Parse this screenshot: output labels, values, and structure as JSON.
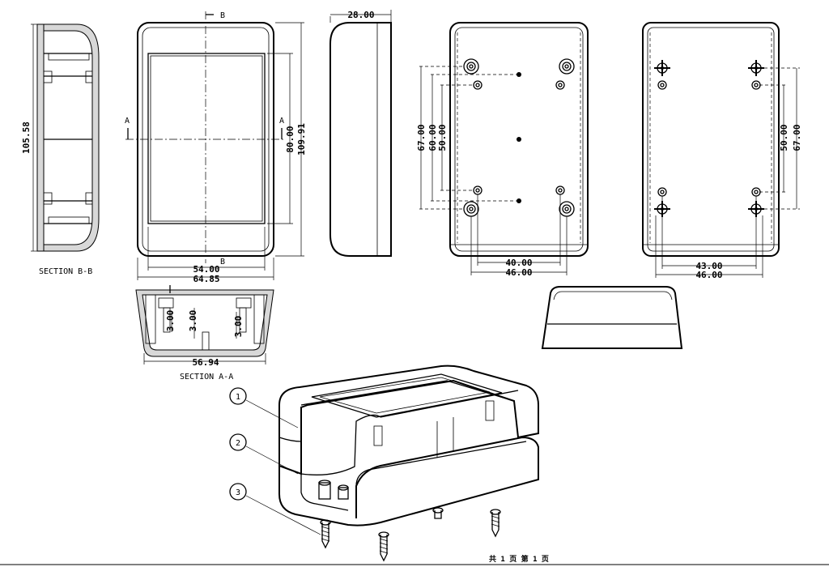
{
  "labels": {
    "section_bb": "SECTION B-B",
    "section_aa": "SECTION A-A",
    "cut_b": "B",
    "cut_a": "A",
    "page_footer": "共 1 页  第 1 页"
  },
  "dimensions": {
    "height_105_58": "105.58",
    "depth_28": "28.00",
    "width_54": "54.00",
    "width_64_85": "64.85",
    "height_80": "80.00",
    "height_109_91": "109.91",
    "rib_3a": "3.00",
    "rib_3b": "3.00",
    "rib_3c": "3.00",
    "width_56_94": "56.94",
    "hole_67_a": "67.00",
    "hole_60": "60.00",
    "hole_50_a": "50.00",
    "hole_40": "40.00",
    "hole_46_a": "46.00",
    "hole_50_b": "50.00",
    "hole_67_b": "67.00",
    "hole_43": "43.00",
    "hole_46_b": "46.00"
  },
  "balloons": [
    "1",
    "2",
    "3"
  ]
}
